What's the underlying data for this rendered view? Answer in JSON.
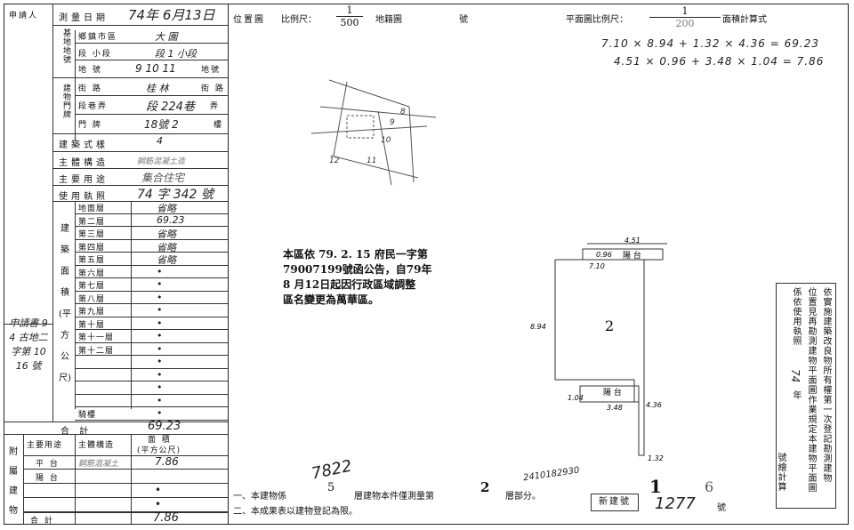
{
  "header": {
    "applicant": "申請人",
    "survey_date_label": "測量日期",
    "survey_date_value": "74年 6月13日",
    "position_label": "位置圖",
    "scale_label": "比例尺：",
    "scale_num": "1",
    "scale_den": "500",
    "map_no_label": "地籍圖",
    "map_no_suffix": "號",
    "plan_scale_label": "平面圖比例尺：",
    "plan_scale_num": "1",
    "plan_scale_den": "200",
    "area_calc_label": "面積計算式",
    "calc_line1": "7.10 × 8.94 + 1.32 × 4.36 = 69.23",
    "calc_line2": "4.51 × 0.96 + 3.48 × 1.04 = 7.86"
  },
  "left": {
    "base_addr_group": "基地地號",
    "bldg_addr_group": "建物門牌",
    "town_label": "鄉鎮市區",
    "town_value": "大 園",
    "section_label": "段 小段",
    "section_value": "段 1 小段",
    "landno_label": "地 號",
    "landno_value": "9 10 11",
    "landno_suffix": "地號",
    "street_label": "街 路",
    "street_value": "桂 林",
    "street_suffix": "街路",
    "lane_label": "段巷弄",
    "lane_value": "段 224巷",
    "lane_suffix": "弄",
    "door_label": "門 牌",
    "door_value": "18號 2",
    "door_suffix": "樓",
    "style_label": "建築式樣",
    "style_value": "4",
    "structure_label": "主體構造",
    "structure_value": "鋼筋混凝土造",
    "use_label": "主要用途",
    "use_value": "集合住宅",
    "license_label": "使用執照",
    "license_value": "74 字 342 號",
    "area_group": "建築面積（平方公尺）",
    "area_group_chars": [
      "建",
      "築",
      "面",
      "積",
      "(平",
      "方",
      "公",
      "尺)"
    ],
    "floors": [
      {
        "label": "地面層",
        "value": "省略"
      },
      {
        "label": "第二層",
        "value": "69.23"
      },
      {
        "label": "第三層",
        "value": "省略"
      },
      {
        "label": "第四層",
        "value": "省略"
      },
      {
        "label": "第五層",
        "value": "省略"
      },
      {
        "label": "第六層",
        "value": "•"
      },
      {
        "label": "第七層",
        "value": "•"
      },
      {
        "label": "第八層",
        "value": "•"
      },
      {
        "label": "第九層",
        "value": "•"
      },
      {
        "label": "第十層",
        "value": "•"
      },
      {
        "label": "第十一層",
        "value": "•"
      },
      {
        "label": "第十二層",
        "value": "•"
      },
      {
        "label": "",
        "value": "•"
      },
      {
        "label": "",
        "value": "•"
      },
      {
        "label": "",
        "value": "•"
      },
      {
        "label": "",
        "value": "•"
      },
      {
        "label": "騎樓",
        "value": "•"
      }
    ],
    "total_label": "合 計",
    "total_value": "69.23",
    "applicant_note": "申請書 94 古地二字第 1016 號",
    "attach_group": "附屬建物",
    "attach_use_label": "主要用途",
    "attach_struct_label": "主體構造",
    "attach_area_label": "面 積",
    "attach_area_unit": "(平方公尺)",
    "attach_rows": [
      {
        "use": "平 台",
        "struct": "鋼筋混凝土",
        "area": "7.86"
      },
      {
        "use": "陽 台",
        "struct": "",
        "area": ""
      },
      {
        "use": "",
        "struct": "",
        "area": "•"
      },
      {
        "use": "",
        "struct": "",
        "area": "•"
      }
    ],
    "attach_total_label": "合 計",
    "attach_total_value": "7.86"
  },
  "map": {
    "parcels": [
      "8",
      "9",
      "10",
      "11",
      "12"
    ]
  },
  "stamp": {
    "line1": "本區依 79. 2. 15 府民一字第",
    "line2": "79007199號函公告，自79年",
    "line3": "8 月12日起因行政區域調整",
    "line4": "區名變更為萬華區。"
  },
  "plan": {
    "top_dim": "4.51",
    "top_dim2": "0.96",
    "balcony_top": "陽 台",
    "dim_710": "7.10",
    "left_dim": "8.94",
    "floor_label": "2",
    "left_dim2": "1.04",
    "balcony_bottom": "陽 台",
    "dim_348": "3.48",
    "dim_436": "4.36",
    "dim_132": "1.32"
  },
  "footer": {
    "note1_prefix": "一、本建物係",
    "note1_floors": "5",
    "note1_mid": "層建物本件僅測量第",
    "note1_floor": "2",
    "note1_suffix": "層部分。",
    "note2": "二、本成果表以建物登記為限。",
    "handwriting": "7822",
    "serial": "2410182930",
    "new_bldg_label": "新建號",
    "new_bldg_value": "1277",
    "new_bldg_suffix": "號",
    "big_no": "1",
    "small_no": "6"
  },
  "right_note": {
    "col1": "依實施建築改良物所有權第一次登記勘測建物",
    "col2": "位置見再勘測建物平面圖作業規定本建物平面圖",
    "col3": "係依使用執照",
    "col3_year": "74",
    "col3_b": "年",
    "col4": "號繪計算"
  }
}
